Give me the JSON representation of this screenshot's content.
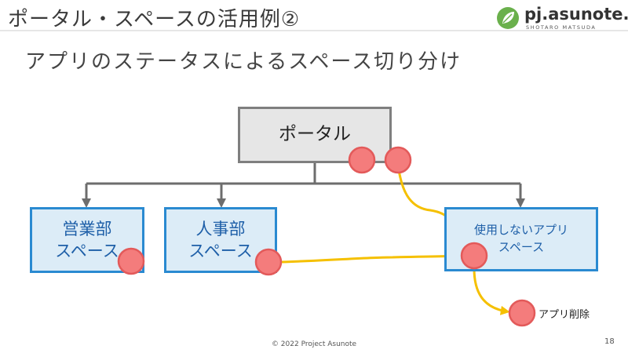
{
  "slide": {
    "title": "ポータル・スペースの活用例②",
    "subtitle": "アプリのステータスによるスペース切り分け",
    "footer": "© 2022 Project Asunote",
    "page_number": "18"
  },
  "logo": {
    "text": "pj.asunote.jp",
    "subtext": "SHOTARO MATSUDA",
    "leaf_color": "#6ab04c"
  },
  "nodes": {
    "portal": {
      "label": "ポータル"
    },
    "sales_space": {
      "line1": "営業部",
      "line2": "スペース"
    },
    "hr_space": {
      "line1": "人事部",
      "line2": "スペース"
    },
    "unused_space": {
      "line1": "使用しないアプリ",
      "line2": "スペース"
    }
  },
  "app_delete_label": "アプリ削除",
  "colors": {
    "portal_fill": "#e6e6e6",
    "portal_border": "#7f7f7f",
    "space_fill": "#dcecf7",
    "space_border": "#2a8ad1",
    "space_text": "#1e5fa8",
    "tree_connector": "#6d6d6d",
    "app_circle_fill": "#f47c7c",
    "app_circle_border": "#e35a5a",
    "move_arrow": "#f5c000"
  },
  "icons": {
    "app": "app-circle-icon",
    "logo": "leaf-logo-icon"
  }
}
